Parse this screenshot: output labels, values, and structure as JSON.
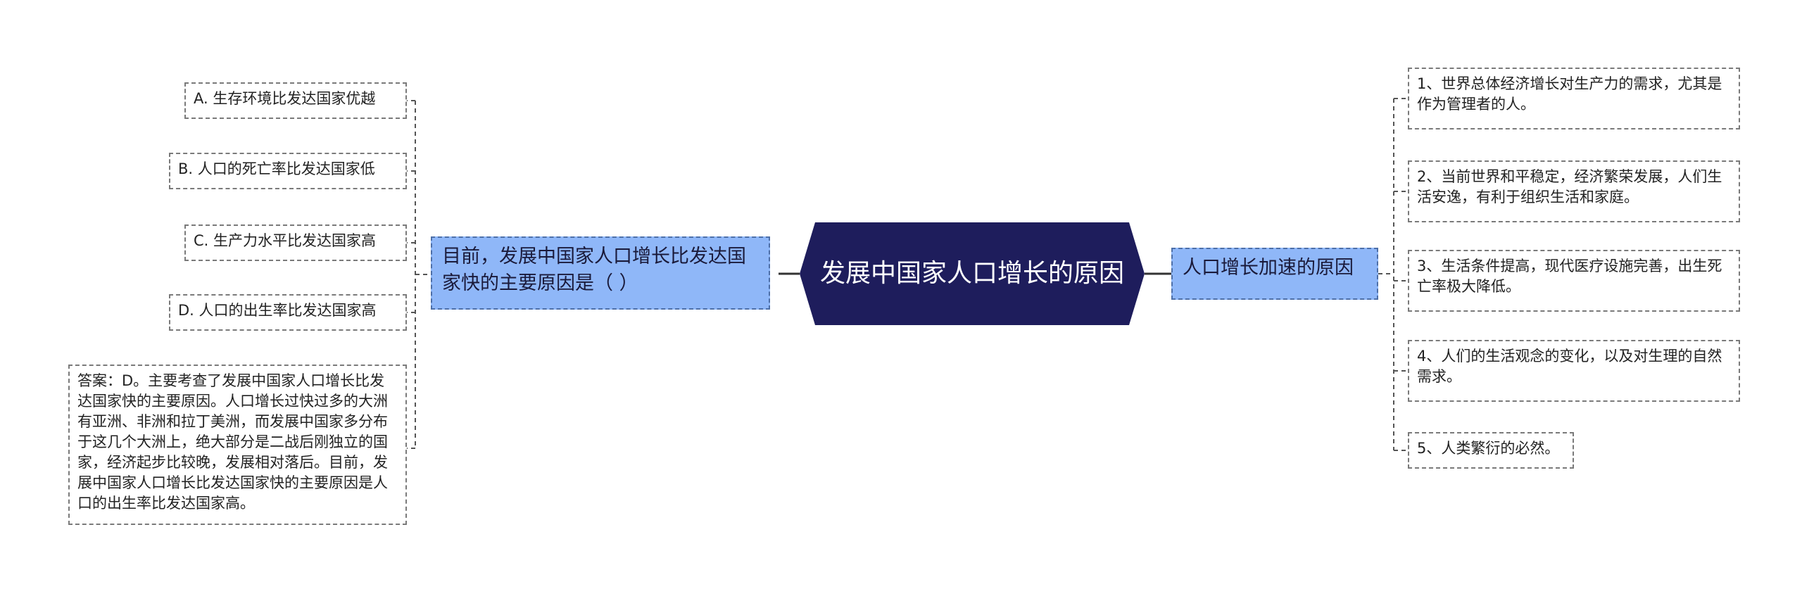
{
  "central": {
    "title": "发展中国家人口增长的原因",
    "bg_color": "#1e1d5c"
  },
  "left_branch": {
    "label": "目前，发展中国家人口增长比发达国家快的主要原因是（ ）",
    "children": [
      "A. 生存环境比发达国家优越",
      "B. 人口的死亡率比发达国家低",
      "C. 生产力水平比发达国家高",
      "D. 人口的出生率比发达国家高",
      "答案：D。主要考查了发展中国家人口增长比发达国家快的主要原因。人口增长过快过多的大洲有亚洲、非洲和拉丁美洲，而发展中国家多分布于这几个大洲上，绝大部分是二战后刚独立的国家，经济起步比较晚，发展相对落后。目前，发展中国家人口增长比发达国家快的主要原因是人口的出生率比发达国家高。"
    ]
  },
  "right_branch": {
    "label": "人口增长加速的原因",
    "children": [
      "1、世界总体经济增长对生产力的需求，尤其是作为管理者的人。",
      "2、当前世界和平稳定，经济繁荣发展，人们生活安逸，有利于组织生活和家庭。",
      "3、生活条件提高，现代医疗设施完善，出生死亡率极大降低。",
      "4、人们的生活观念的变化，以及对生理的自然需求。",
      "5、人类繁衍的必然。"
    ]
  },
  "colors": {
    "branch_fill": "#8fb7f8",
    "connector": "#555555",
    "leaf_border": "#7a7a7a"
  }
}
